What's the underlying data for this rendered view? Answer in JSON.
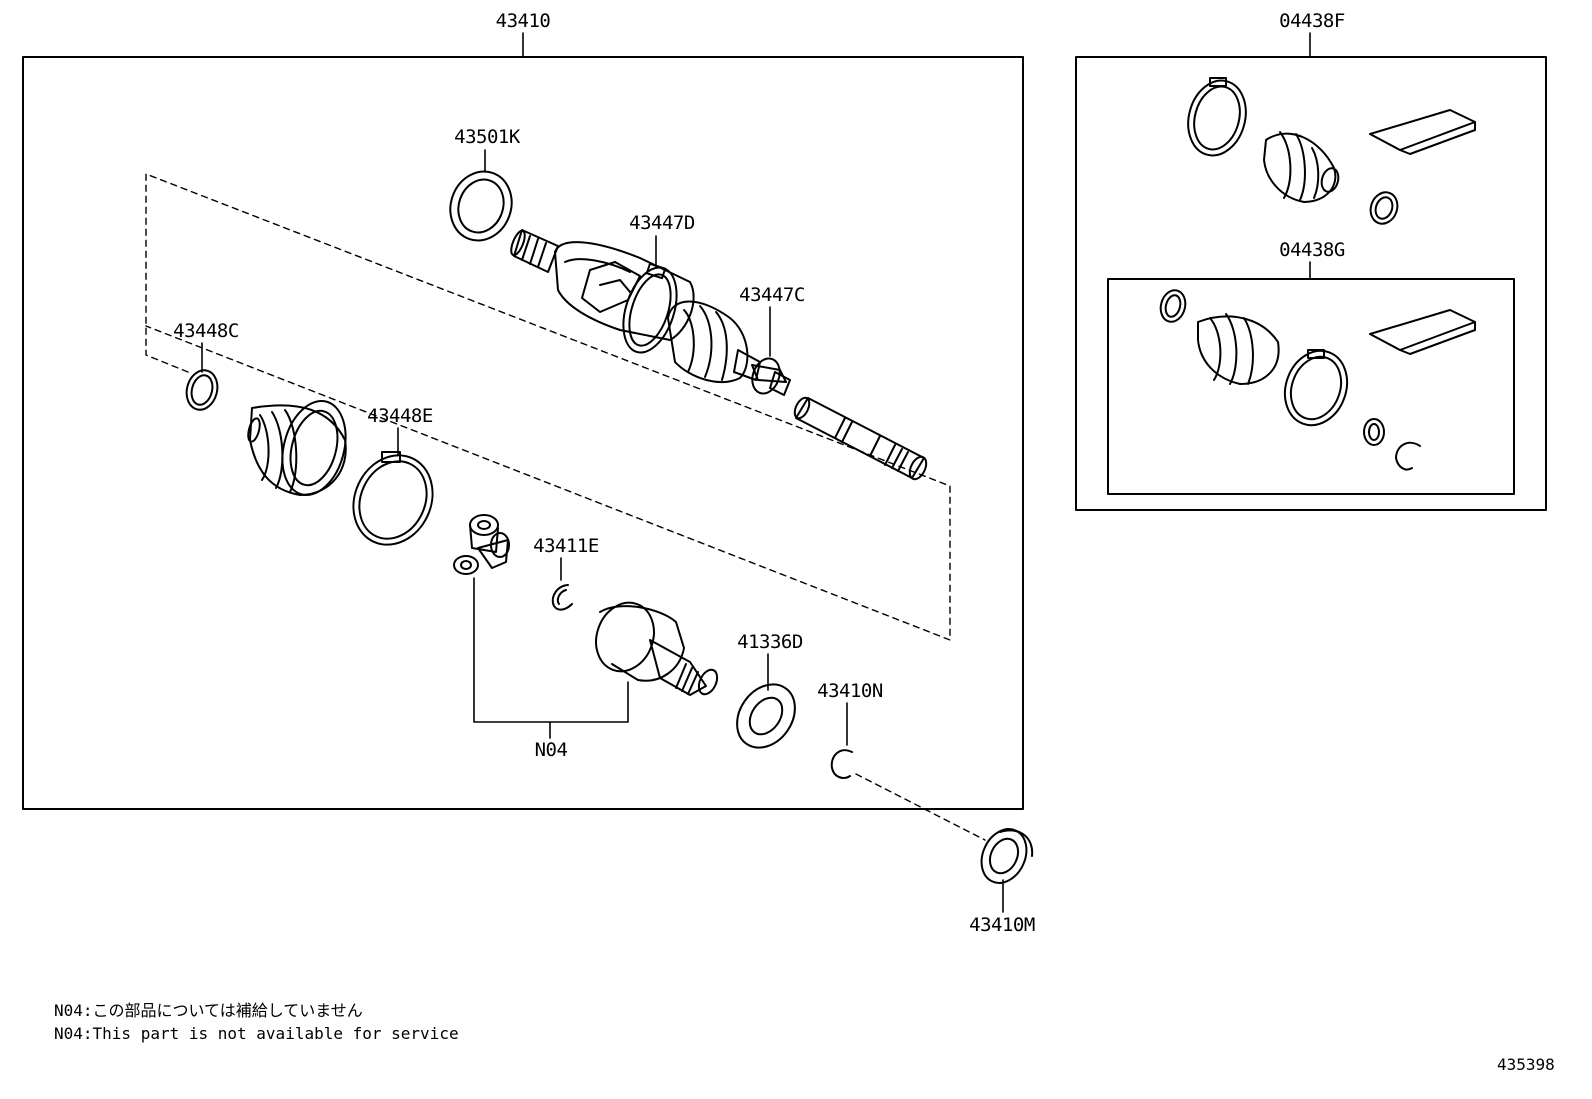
{
  "labels": {
    "assembly": "43410",
    "inboard_ring": "43501K",
    "outer_boot_clamp": "43447D",
    "outer_boot_small_clamp": "43447C",
    "inner_boot_small_clamp": "43448C",
    "inner_boot_large_clamp": "43448E",
    "snap_ring": "43411E",
    "dust_deflector": "41336D",
    "hole_snap_ring": "43410N",
    "not_serviced": "N04",
    "oil_seal": "43410M",
    "boot_kit_outer": "04438F",
    "boot_kit_inner": "04438G"
  },
  "notes": {
    "jp": "N04:この部品については補給していません",
    "en": "N04:This part is not available for service"
  },
  "figure_number": "435398"
}
